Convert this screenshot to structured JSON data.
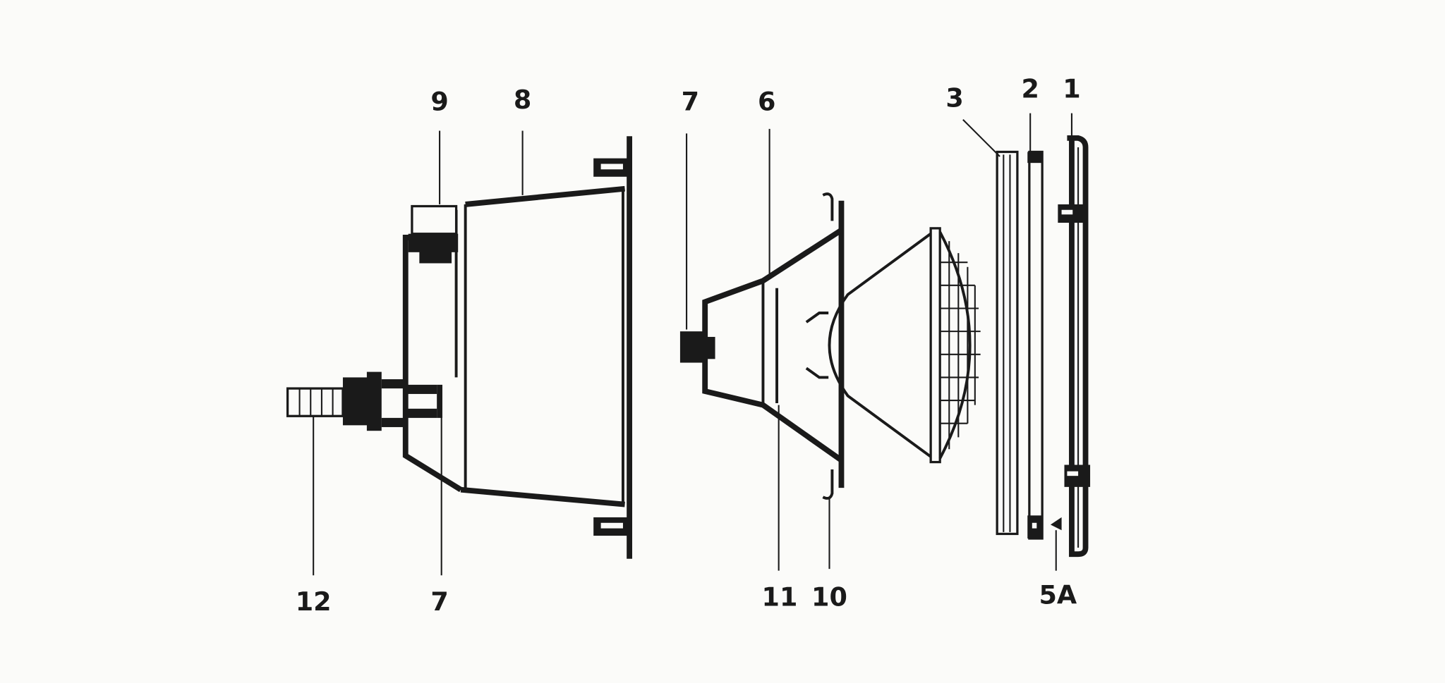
{
  "diagram": {
    "type": "exploded-view parts diagram",
    "colors": {
      "ink": "#1a1a1a",
      "background": "#fbfbf9"
    },
    "labels": {
      "part_1": "1",
      "part_2": "2",
      "part_3": "3",
      "part_5a": "5A",
      "part_6": "6",
      "part_7_top": "7",
      "part_7_bottom": "7",
      "part_8": "8",
      "part_9": "9",
      "part_10": "10",
      "part_11": "11",
      "part_12": "12"
    }
  }
}
